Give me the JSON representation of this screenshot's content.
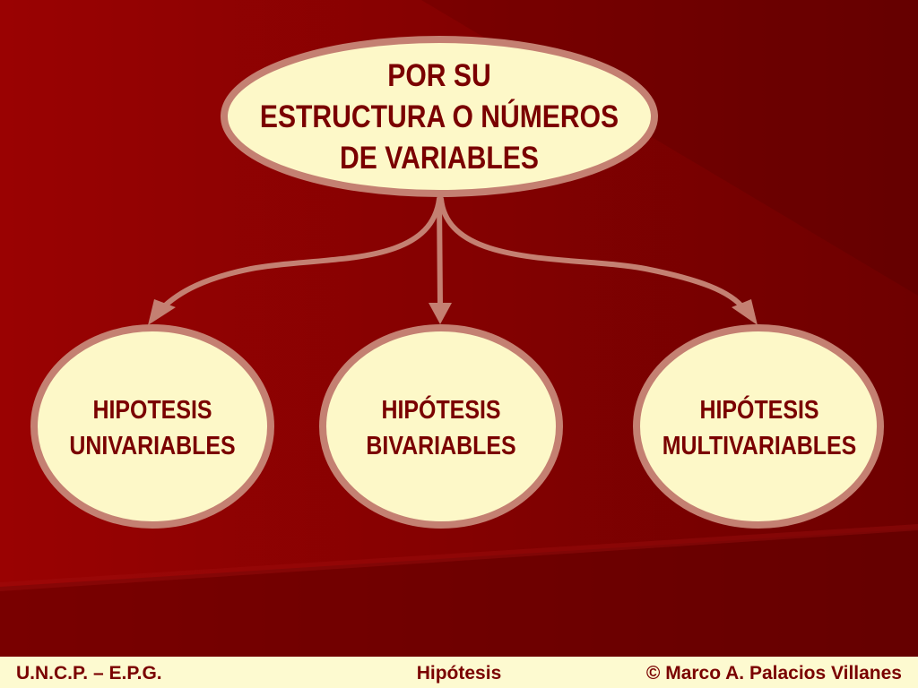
{
  "diagram": {
    "root": {
      "lines": [
        "POR SU",
        "ESTRUCTURA  O NÚMEROS",
        "DE VARIABLES"
      ]
    },
    "children": [
      {
        "lines": [
          "HIPOTESIS",
          "UNIVARIABLES"
        ]
      },
      {
        "lines": [
          "HIPÓTESIS",
          "BIVARIABLES"
        ]
      },
      {
        "lines": [
          "HIPÓTESIS",
          "MULTIVARIABLES"
        ]
      }
    ]
  },
  "footer": {
    "left": "U.N.C.P. – E.P.G.",
    "center": "Hipótesis",
    "right": "© Marco A. Palacios Villanes"
  },
  "colors": {
    "background": "#8a0000",
    "node_fill": "#fdf8c8",
    "node_border": "#c48072",
    "text": "#7a0000",
    "footer_bg": "#fdfad0"
  }
}
